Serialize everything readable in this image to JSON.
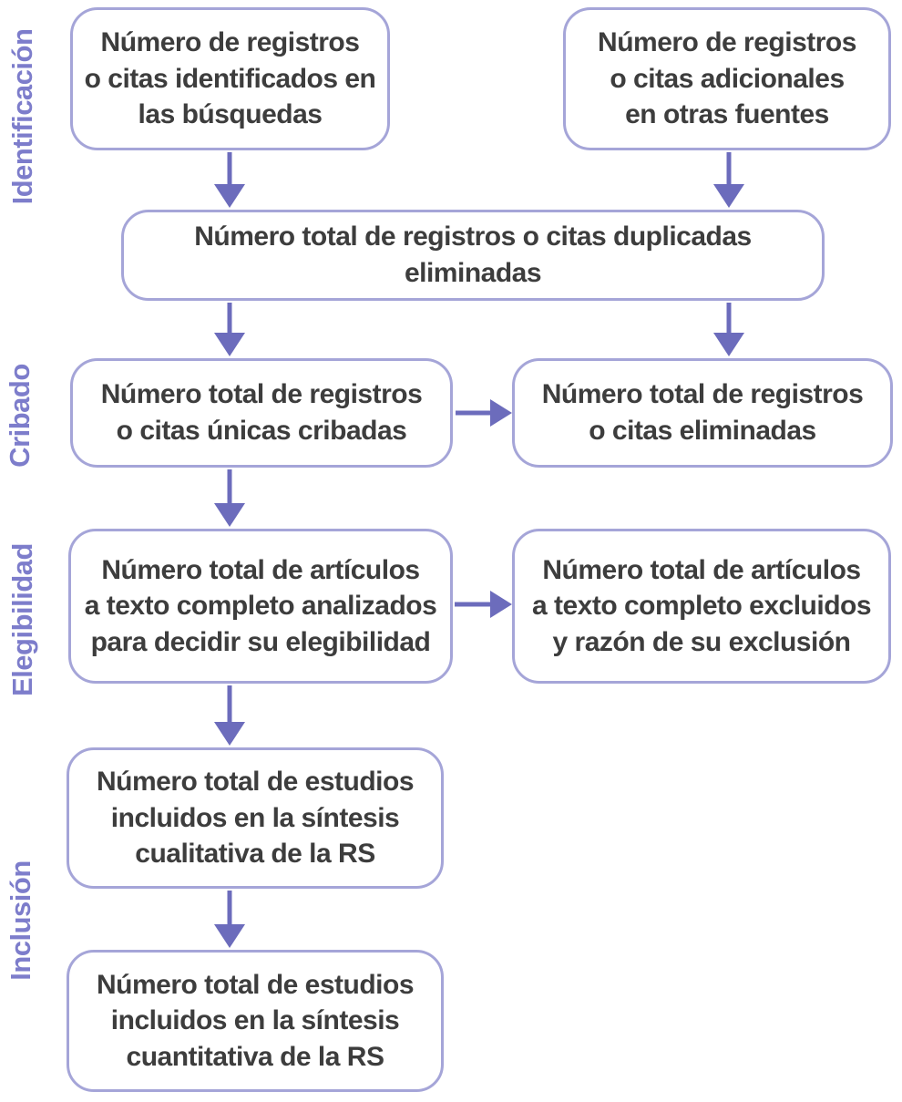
{
  "stages": [
    {
      "label": "Identificación"
    },
    {
      "label": "Cribado"
    },
    {
      "label": "Elegibilidad"
    },
    {
      "label": "Inclusión"
    }
  ],
  "boxes": {
    "identified_searches": {
      "lines": [
        "Número de registros",
        "o citas identificados en",
        "las búsquedas"
      ]
    },
    "additional_sources": {
      "lines": [
        "Número de registros",
        "o citas adicionales",
        "en otras fuentes"
      ]
    },
    "duplicates_removed": {
      "lines": [
        "Número total de registros o citas duplicadas",
        "eliminadas"
      ]
    },
    "unique_screened": {
      "lines": [
        "Número total de registros",
        "o citas únicas cribadas"
      ]
    },
    "records_removed": {
      "lines": [
        "Número total de registros",
        "o citas eliminadas"
      ]
    },
    "fulltext_assessed": {
      "lines": [
        "Número total de artículos",
        "a texto completo analizados",
        "para decidir su elegibilidad"
      ]
    },
    "fulltext_excluded": {
      "lines": [
        "Número total de artículos",
        "a texto completo excluidos",
        "y razón de su exclusión"
      ]
    },
    "qualitative_synthesis": {
      "lines": [
        "Número total de estudios",
        "incluidos en la síntesis",
        "cualitativa de la RS"
      ]
    },
    "quantitative_synthesis": {
      "lines": [
        "Número total de estudios",
        "incluidos en la síntesis",
        "cuantitativa de la RS"
      ]
    }
  },
  "colors": {
    "box_border": "#a5a5d8",
    "arrow": "#6c6cbc",
    "stage_label": "#7d7dcb",
    "box_text": "#3d3d3d",
    "background": "#ffffff"
  }
}
